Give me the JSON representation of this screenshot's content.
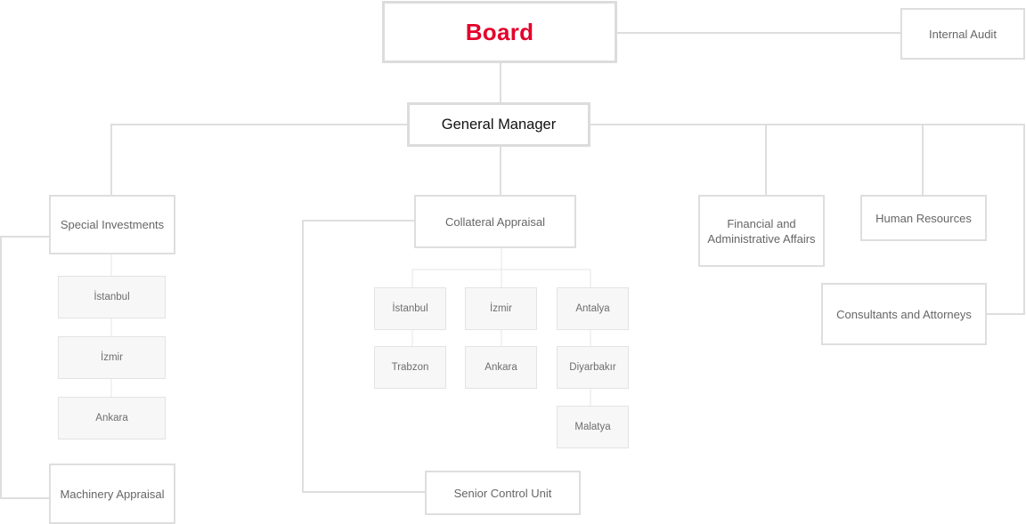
{
  "org_chart": {
    "board": "Board",
    "internal_audit": "Internal Audit",
    "general_manager": "General Manager",
    "special_investments": {
      "title": "Special Investments",
      "branches": [
        "İstanbul",
        "İzmir",
        "Ankara"
      ]
    },
    "machinery_appraisal": "Machinery Appraisal",
    "collateral_appraisal": {
      "title": "Collateral Appraisal",
      "branches": [
        "İstanbul",
        "İzmir",
        "Antalya",
        "Trabzon",
        "Ankara",
        "Diyarbakır",
        "Malatya"
      ]
    },
    "senior_control_unit": "Senior Control Unit",
    "financial_admin": "Financial and Administrative Affairs",
    "human_resources": "Human Resources",
    "consultants": "Consultants and Attorneys"
  },
  "colors": {
    "accent": "#e3032b",
    "line": "#dedede",
    "sub_fill": "#f7f7f7"
  }
}
